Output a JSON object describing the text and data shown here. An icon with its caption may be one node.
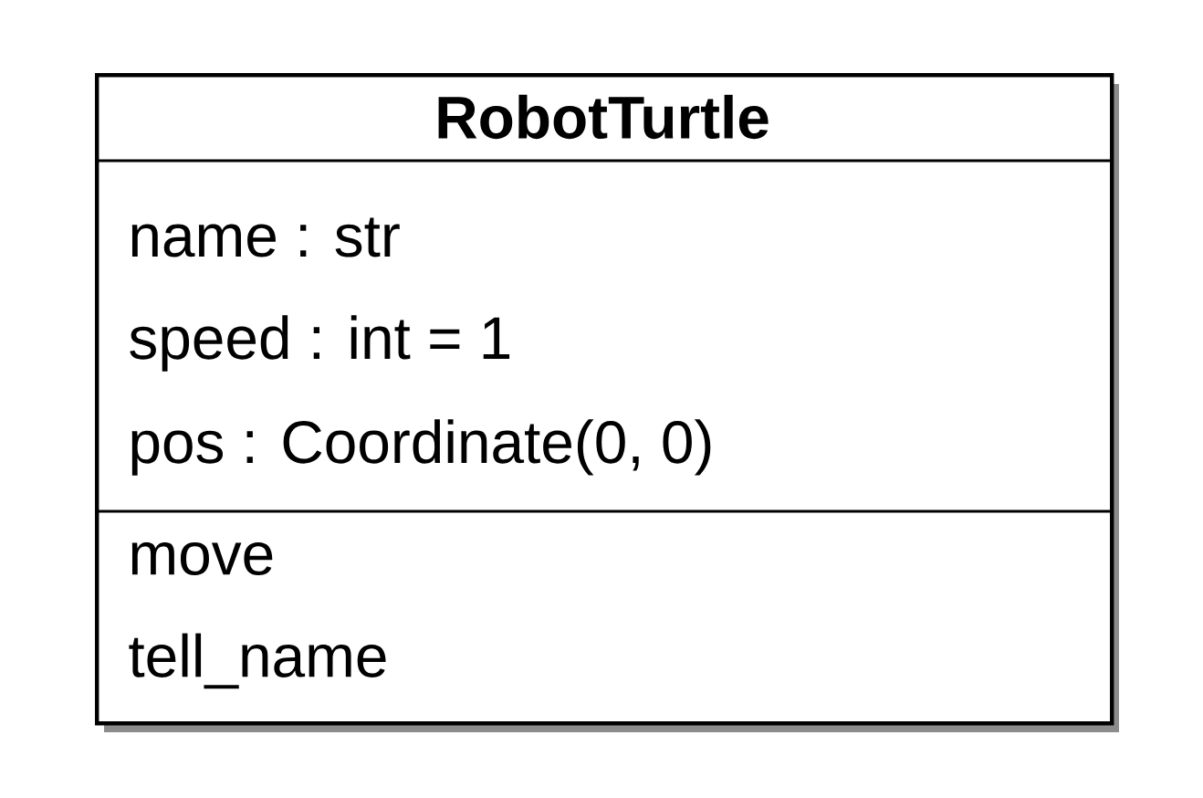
{
  "diagram": {
    "nodes": [
      {
        "text": [
          "RobotTurtle",
          "name : str",
          "speed : int = 1",
          "pos : Coordinate(0, 0)",
          "move",
          "tell_name"
        ]
      }
    ]
  }
}
